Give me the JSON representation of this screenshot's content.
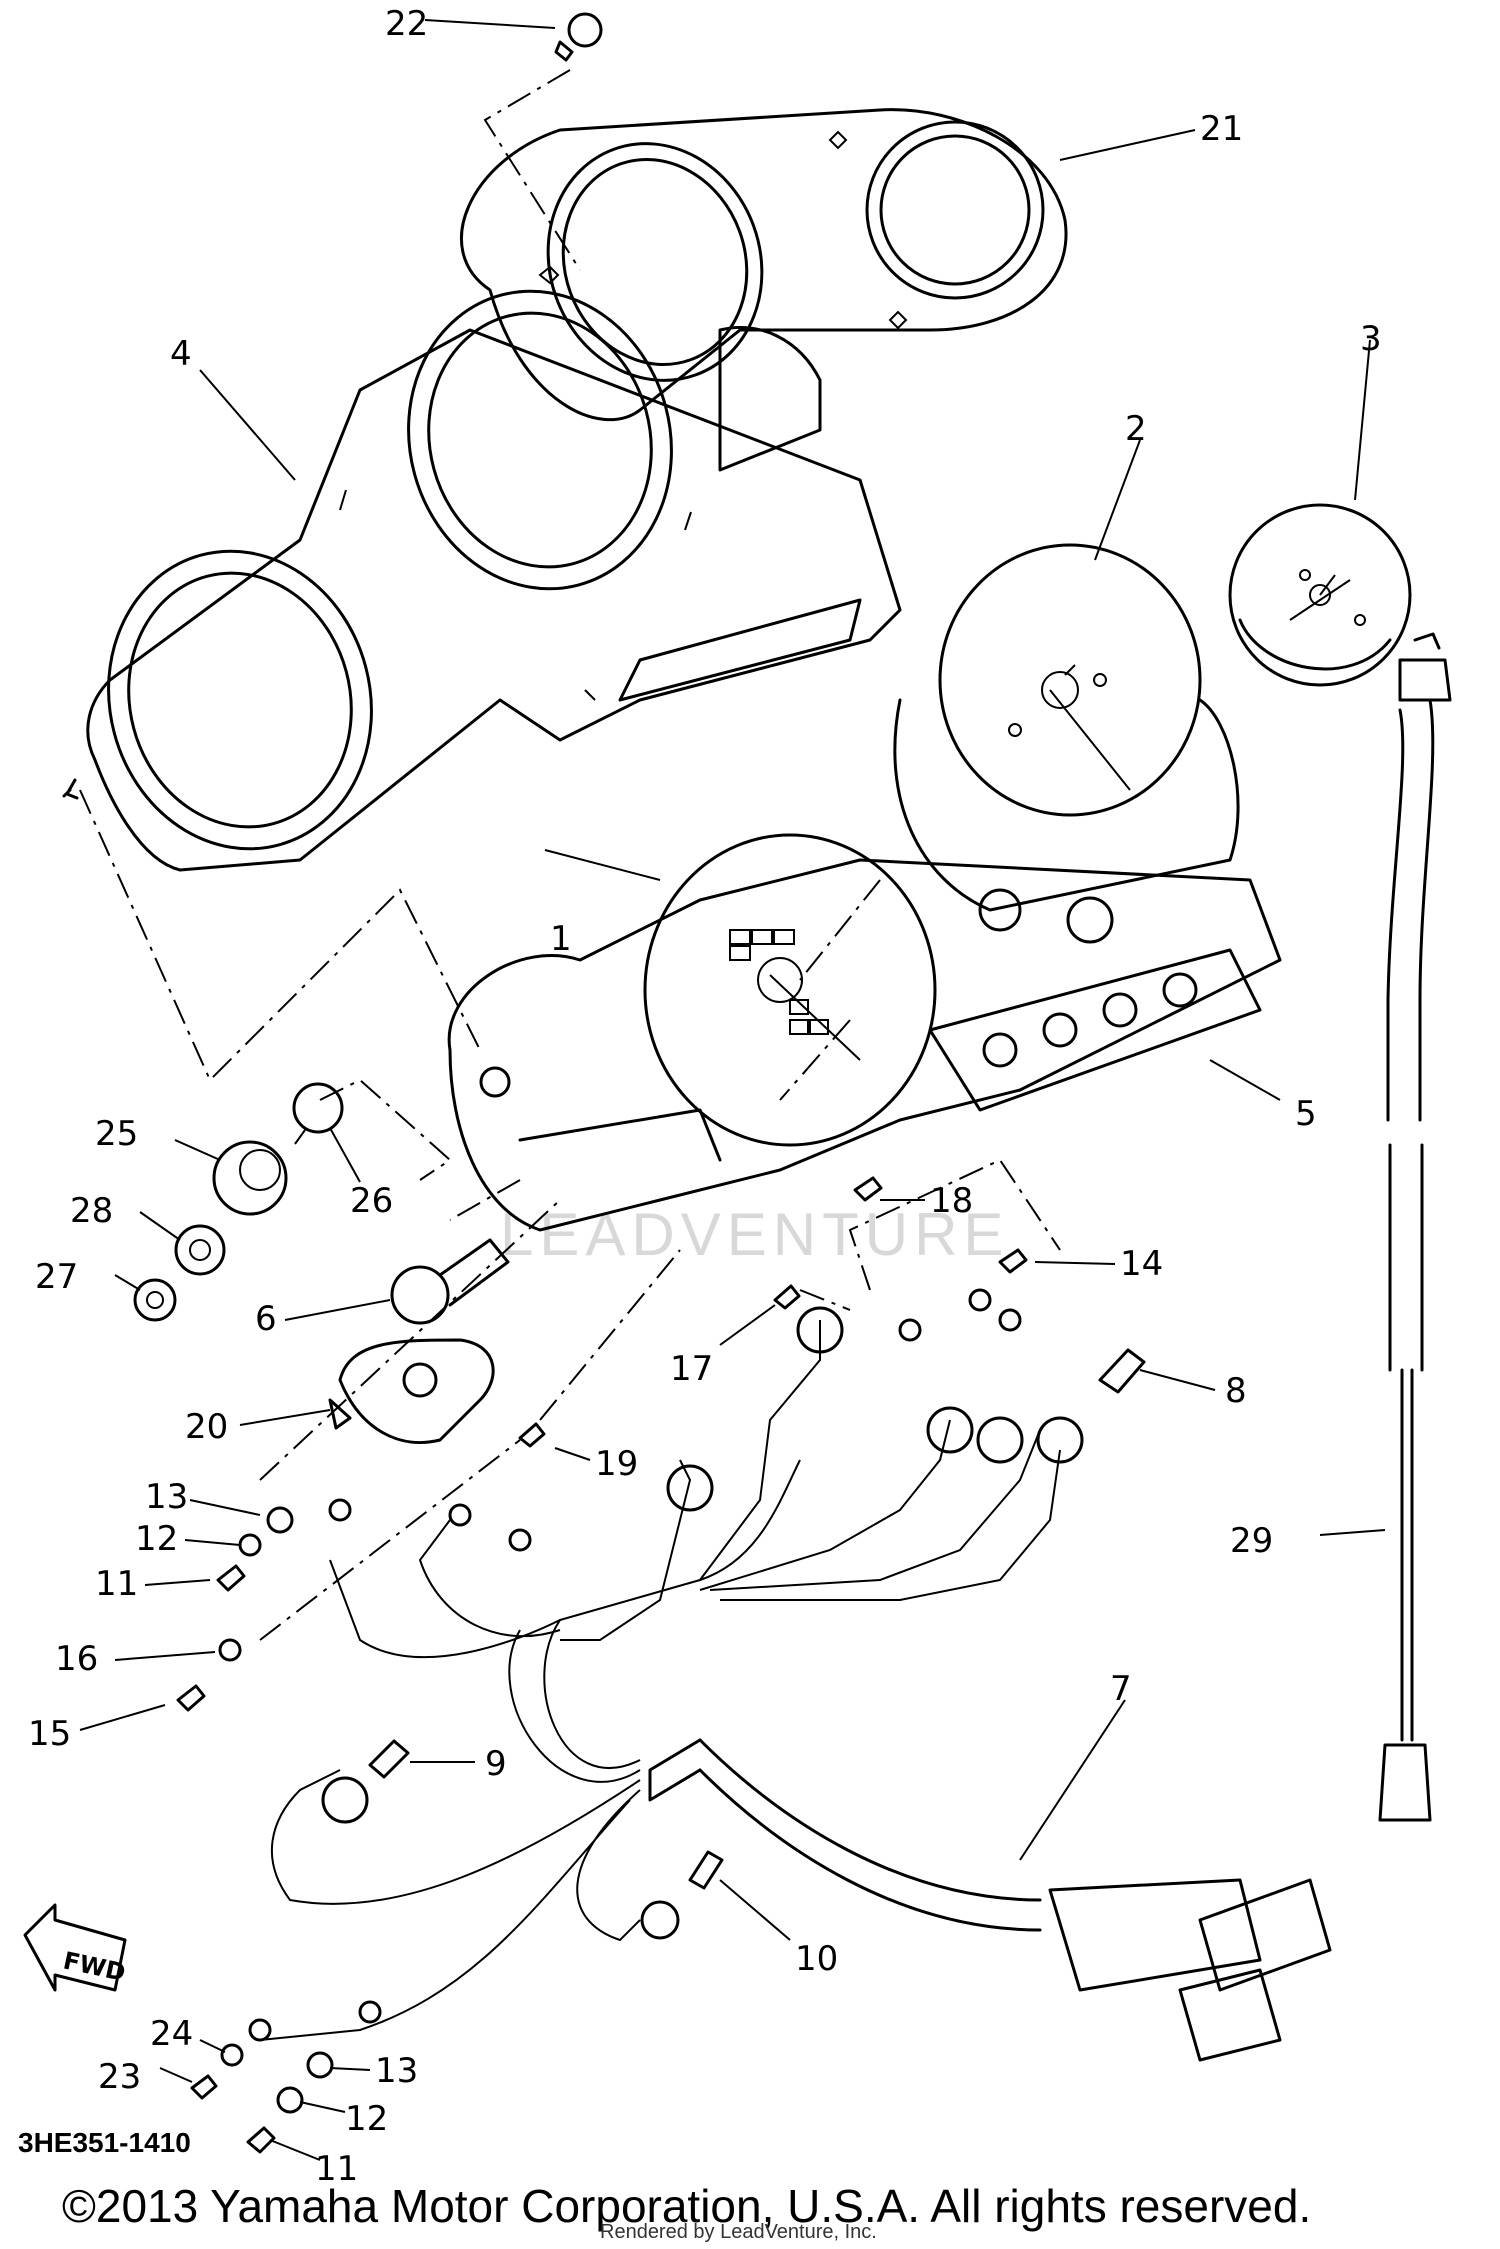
{
  "diagram": {
    "callouts": [
      "1",
      "2",
      "3",
      "4",
      "5",
      "6",
      "7",
      "8",
      "9",
      "10",
      "11",
      "11",
      "12",
      "12",
      "13",
      "13",
      "14",
      "15",
      "16",
      "17",
      "18",
      "19",
      "20",
      "21",
      "22",
      "23",
      "24",
      "25",
      "26",
      "27",
      "28",
      "29"
    ],
    "part_code": "3HE351-1410",
    "direction_label": "FWD",
    "watermark": "LEADVENTURE",
    "copyright": "©2013 Yamaha Motor Corporation, U.S.A. All rights reserved.",
    "rendered_by": "Rendered by LeadVenture, Inc."
  }
}
